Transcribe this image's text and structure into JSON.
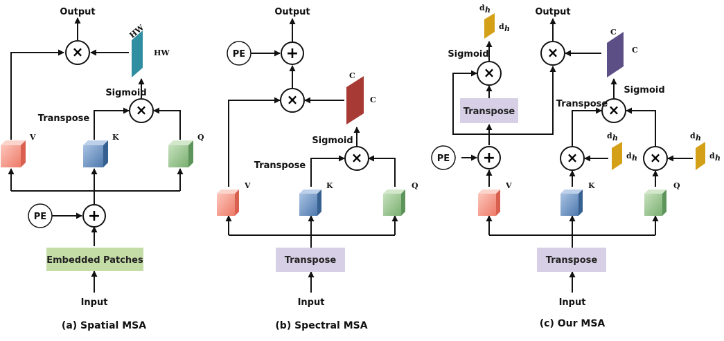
{
  "labels": {
    "output": "Output",
    "input": "Input",
    "pe": "PE",
    "sigmoid": "Sigmoid",
    "transpose": "Transpose",
    "v": "V",
    "k": "K",
    "q": "Q",
    "hw": "HW",
    "c": "C",
    "dh": "d",
    "dh_sub": "h",
    "embedded_patches": "Embedded Patches",
    "transpose_box": "Transpose"
  },
  "captions": {
    "a": "(a)  Spatial MSA",
    "b": "(b)  Spectral MSA",
    "c": "(c)  Our MSA"
  },
  "colors": {
    "v_block": "#f1897a",
    "k_block": "#5b84b5",
    "q_block": "#86b77e",
    "hw_map": "#2f8ea0",
    "c_map_b": "#a83a35",
    "c_map_c": "#5c4f86",
    "dh_map": "#d4a018",
    "embedded_box": "#c4dca6",
    "transpose_box": "#d6cfe5"
  }
}
